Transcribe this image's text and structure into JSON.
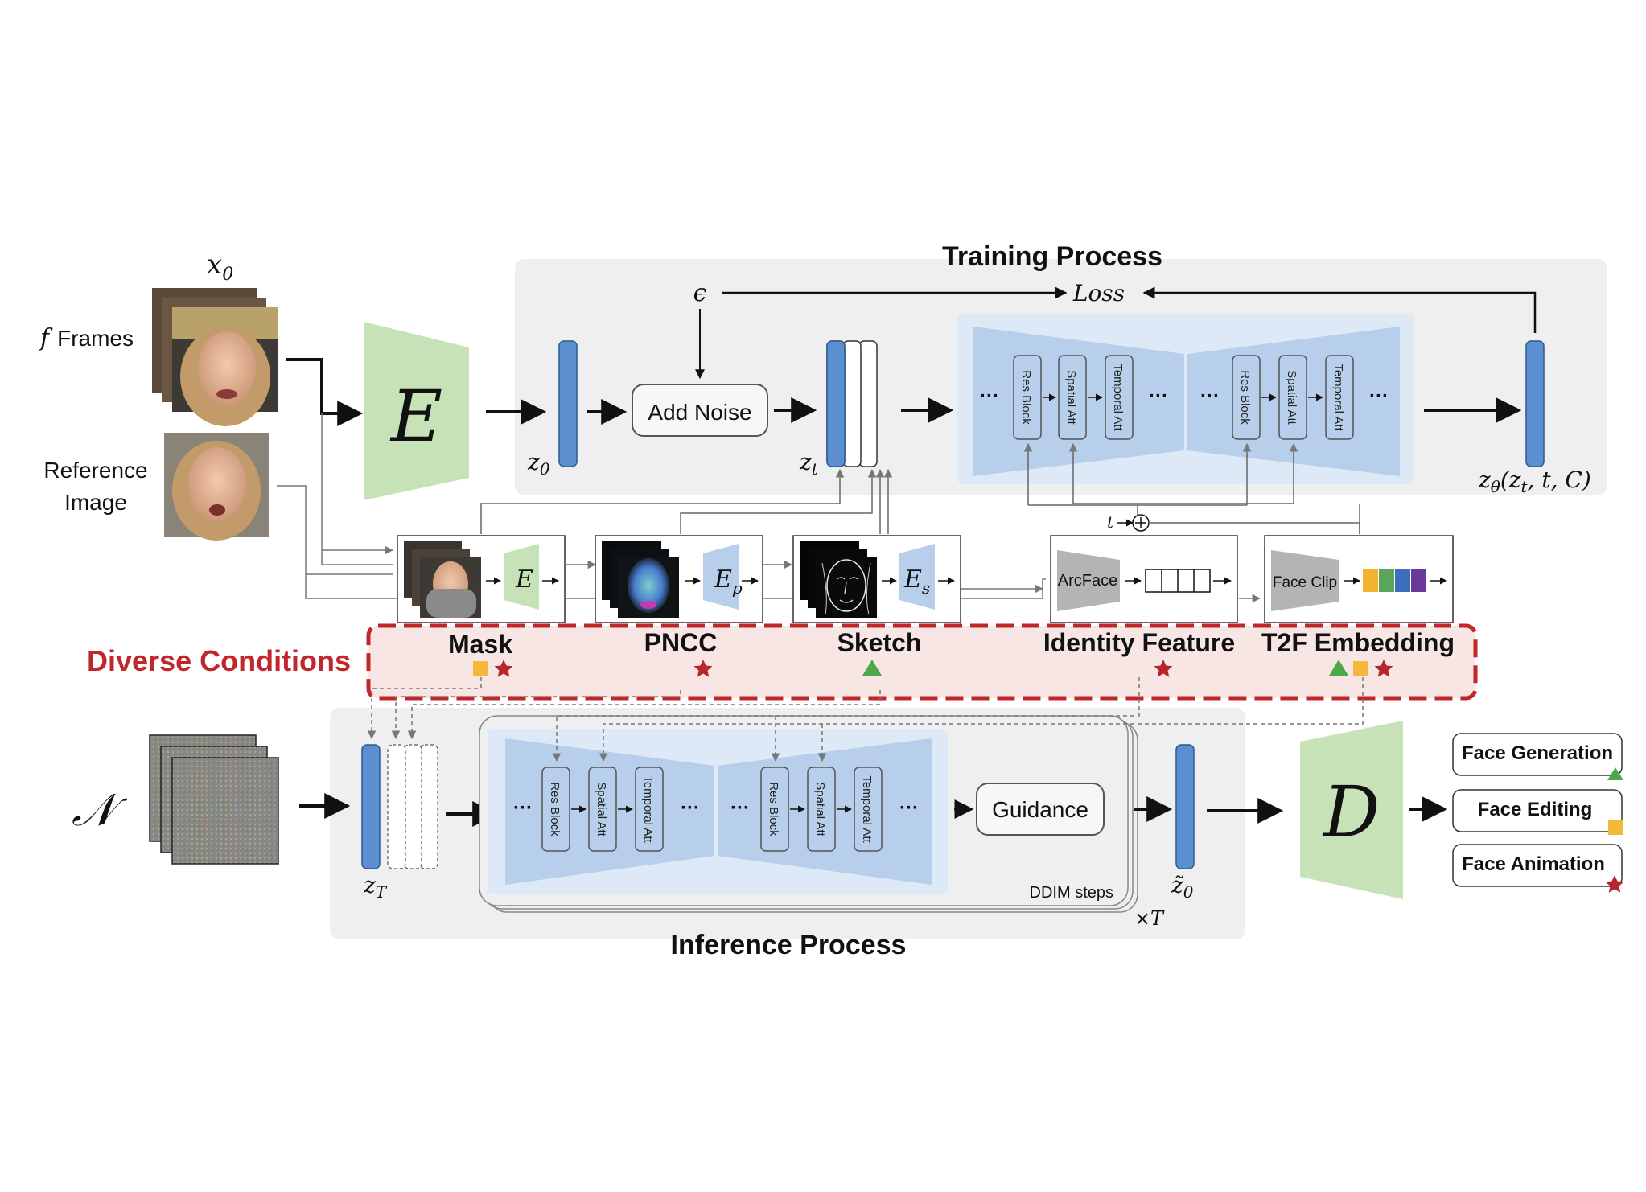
{
  "training": {
    "title": "Training Process",
    "x0": "x",
    "x0_sub": "0",
    "frames_f": "f",
    "frames_label": "Frames",
    "reference_line1": "Reference",
    "reference_line2": "Image",
    "encoder": "E",
    "z0": "z",
    "z0_sub": "0",
    "add_noise": "Add Noise",
    "epsilon": "ϵ",
    "loss": "Loss",
    "zt": "z",
    "zt_sub": "t",
    "output": "z",
    "output_sub": "θ",
    "output_args": "(z",
    "output_args_sub": "t",
    "output_args_tail": ", t, C)",
    "t_input": "t"
  },
  "unet_blocks": [
    "Res Block",
    "Spatial Att",
    "Temporal Att"
  ],
  "ellipsis": "···",
  "conditions": {
    "title": "Diverse Conditions",
    "encoder_e": "E",
    "encoder_ep": "E",
    "encoder_ep_sub": "p",
    "encoder_es": "E",
    "encoder_es_sub": "s",
    "arcface": "ArcFace",
    "faceclip": "Face Clip",
    "labels": [
      "Mask",
      "PNCC",
      "Sketch",
      "Identity Feature",
      "T2F Embedding"
    ]
  },
  "inference": {
    "title": "Inference Process",
    "noise": "𝒩",
    "zT": "z",
    "zT_sub": "T",
    "guidance": "Guidance",
    "ddim": "DDIM steps",
    "times_t": "×T",
    "z0_hat": "z̃",
    "z0_hat_sub": "0",
    "decoder": "D"
  },
  "tasks": [
    "Face Generation",
    "Face Editing",
    "Face Animation"
  ],
  "colors": {
    "latent_blue": "#5b8fd0",
    "encoder_green": "#c8e2b8",
    "unet_blue": "#b7cfea",
    "unet_bg": "#dde9f6",
    "panel_grey": "#efefef",
    "condition_red": "#c0262a",
    "condition_bg": "#f7e6e4",
    "marker_yellow": "#f5b93a",
    "marker_green": "#4da84a",
    "marker_red": "#b8252b",
    "grey_encoder": "#b4b4b4",
    "embedding_colors": [
      "#f2b430",
      "#5aa557",
      "#3b6fbe",
      "#6a3a9a"
    ]
  }
}
